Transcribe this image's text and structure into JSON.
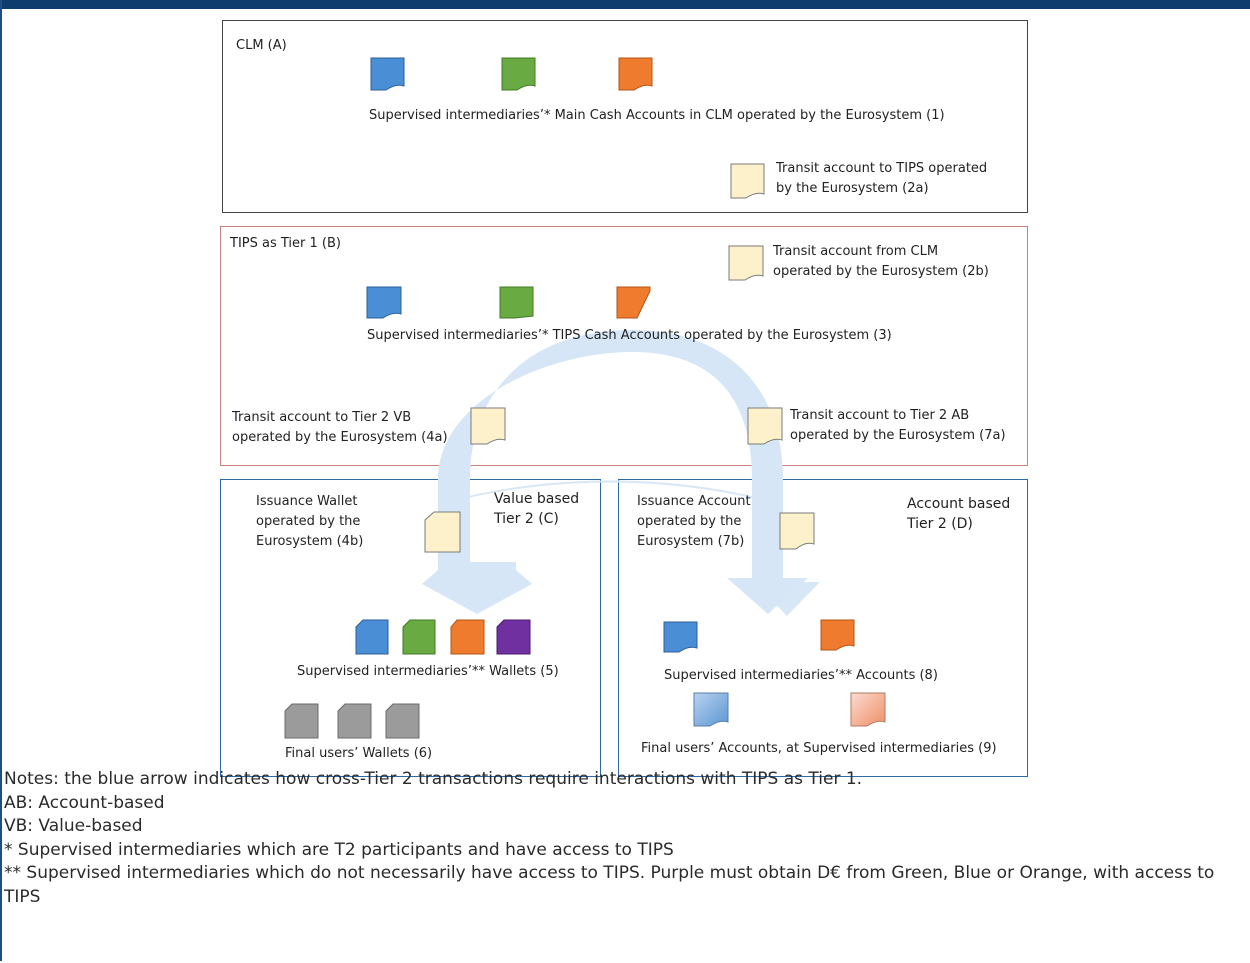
{
  "colors": {
    "blue": "#4a8fd6",
    "green": "#6aaa43",
    "orange": "#ef7b2e",
    "purple": "#7030a0",
    "gray": "#9b9b9b",
    "transit": "#fdf1cb",
    "arrow": "#cfe1f4",
    "box_clm": "#444444",
    "box_tips": "#c9837a",
    "box_tier2": "#2e6aa8",
    "header": "#0e3c6e"
  },
  "clm": {
    "title": "CLM (A)",
    "accounts_label": "Supervised intermediaries’* Main Cash Accounts in CLM operated by the Eurosystem (1)",
    "transit_line1": "Transit account to TIPS operated",
    "transit_line2": "by the Eurosystem (2a)"
  },
  "tips": {
    "title": "TIPS as Tier 1 (B)",
    "transit_from_clm_line1": "Transit account from CLM",
    "transit_from_clm_line2": "operated by the Eurosystem (2b)",
    "accounts_label": "Supervised intermediaries’* TIPS Cash Accounts operated by the Eurosystem (3)",
    "transit_vb_line1": "Transit account to Tier 2 VB",
    "transit_vb_line2": "operated by the Eurosystem (4a)",
    "transit_ab_line1": "Transit account to Tier 2 AB",
    "transit_ab_line2": "operated by the Eurosystem (7a)"
  },
  "vb": {
    "title_line1": "Value based",
    "title_line2": "Tier 2 (C)",
    "issuance_line1": "Issuance Wallet",
    "issuance_line2": "operated by the",
    "issuance_line3": "Eurosystem (4b)",
    "wallets_label": "Supervised intermediaries’** Wallets (5)",
    "final_label": "Final users’ Wallets (6)"
  },
  "ab": {
    "title_line1": "Account based",
    "title_line2": "Tier 2 (D)",
    "issuance_line1": "Issuance Account",
    "issuance_line2": "operated by the",
    "issuance_line3": "Eurosystem (7b)",
    "accounts_label": "Supervised intermediaries’** Accounts (8)",
    "final_label": "Final users’ Accounts, at Supervised intermediaries (9)"
  },
  "notes": {
    "line1": "Notes: the blue arrow indicates how cross-Tier 2 transactions require interactions with TIPS as Tier 1.",
    "line2": "AB: Account-based",
    "line3": "VB: Value-based",
    "line4": "* Supervised intermediaries which are T2 participants and have access to TIPS",
    "line5": "** Supervised intermediaries which do not necessarily have access to TIPS. Purple must obtain D€ from Green, Blue or Orange, with access to TIPS"
  }
}
